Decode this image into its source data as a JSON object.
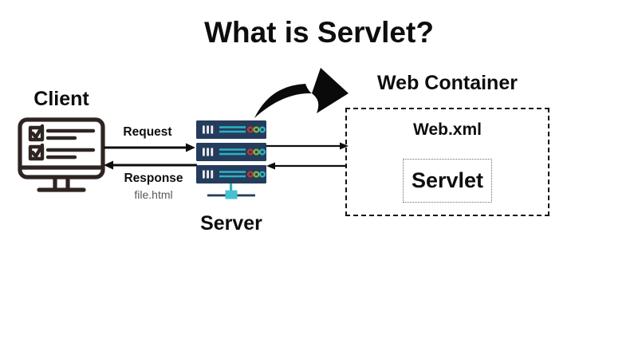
{
  "title": "What is Servlet?",
  "client": {
    "label": "Client"
  },
  "server": {
    "label": "Server"
  },
  "web_container": {
    "label": "Web Container",
    "web_xml_label": "Web.xml",
    "servlet_label": "Servlet"
  },
  "arrows": {
    "request_label": "Request",
    "response_label": "Response",
    "response_file": "file.html"
  },
  "colors": {
    "text": "#0d0d0d",
    "muted_text": "#595959",
    "icon_stroke": "#2e2522",
    "server_body": "#253c5d",
    "server_accent": "#2bb3c4",
    "dot_red": "#c0392b",
    "dot_green": "#79b943",
    "dot_cyan": "#2bb3c4",
    "stand_square": "#45c1d1"
  }
}
